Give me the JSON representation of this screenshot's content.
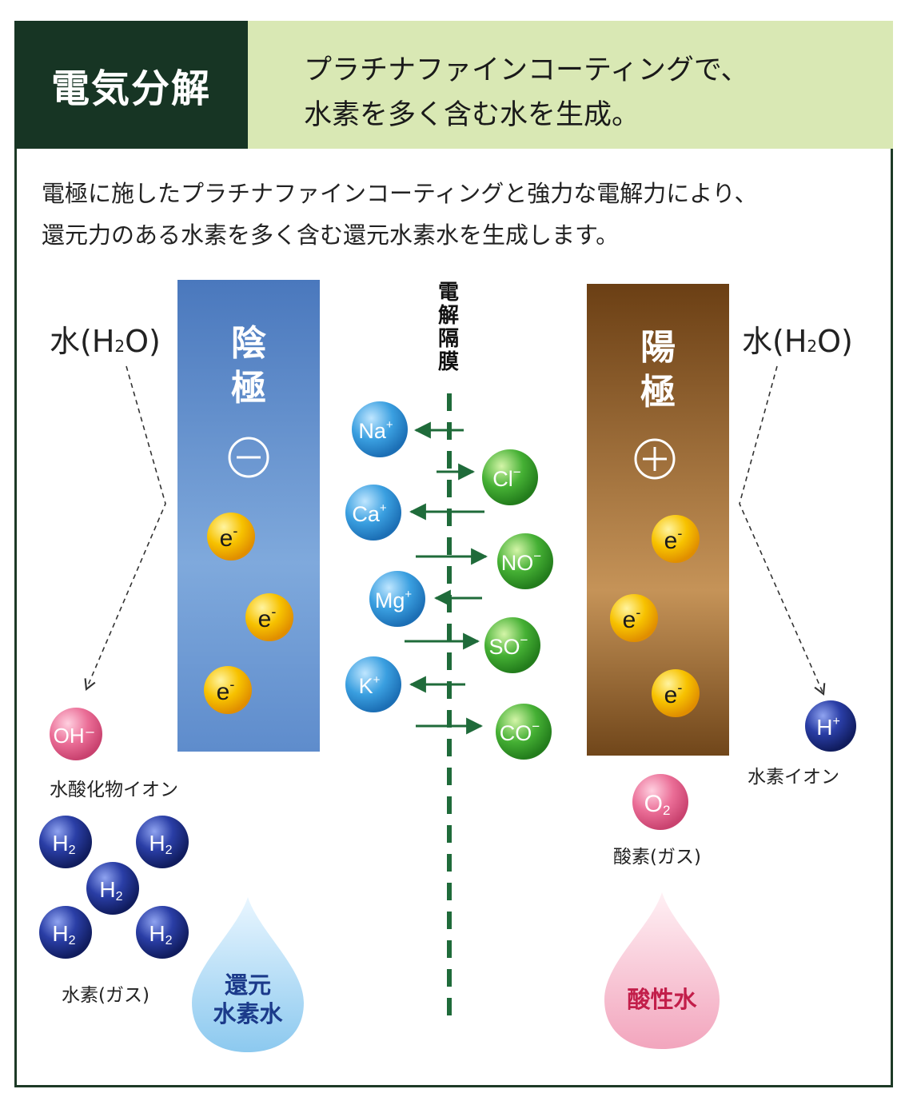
{
  "header": {
    "title": "電気分解",
    "subtitle_lines": [
      "プラチナファインコーティングで、",
      "水素を多く含む水を生成。"
    ]
  },
  "intro_lines": [
    "電極に施したプラチナファインコーティングと強力な電解力により、",
    "還元力のある水素を多く含む還元水素水を生成します。"
  ],
  "left": {
    "water_label": "水(H",
    "water_sub": "2",
    "water_end": "O)",
    "ion_symbol": "OH⁻",
    "ion_label": "水酸化物イオン",
    "h2_symbol": "H",
    "h2_sub": "2",
    "gas_label": "水素(ガス)",
    "drop_lines": [
      "還元",
      "水素水"
    ]
  },
  "cathode": {
    "name_lines": [
      "陰",
      "極"
    ],
    "sign": "−"
  },
  "anode": {
    "name_lines": [
      "陽",
      "極"
    ],
    "sign": "+"
  },
  "membrane": {
    "title_chars": [
      "電",
      "解",
      "隔",
      "膜"
    ]
  },
  "electron": {
    "symbol": "e",
    "charge": "-"
  },
  "cations": [
    {
      "symbol": "Na",
      "charge": "+"
    },
    {
      "symbol": "Ca",
      "charge": "+"
    },
    {
      "symbol": "Mg",
      "charge": "+"
    },
    {
      "symbol": "K",
      "charge": "+"
    }
  ],
  "anions": [
    {
      "symbol": "Cl",
      "charge": "−"
    },
    {
      "symbol": "NO",
      "charge": "−"
    },
    {
      "symbol": "SO",
      "charge": "−"
    },
    {
      "symbol": "CO",
      "charge": "−"
    }
  ],
  "right": {
    "water_label": "水(H",
    "water_sub": "2",
    "water_end": "O)",
    "ion_symbol": "H",
    "ion_charge": "+",
    "ion_label": "水素イオン",
    "o2_symbol": "O",
    "o2_sub": "2",
    "gas_label": "酸素(ガス)",
    "drop_label": "酸性水"
  },
  "colors": {
    "header_dark": "#173524",
    "header_light": "#d9e8b4",
    "cathode": "#5e8ccc",
    "anode": "#8a5a28",
    "membrane": "#1f6b3a",
    "arrow": "#1f6b3a",
    "cation": "#3a9fe0",
    "anion": "#45b034",
    "electron": "#f2b400",
    "hydroxide": "#e8638f",
    "hydrogen": "#1f2f8c",
    "reduced_water_text": "#1b3a8a",
    "acid_water_text": "#c21e4a"
  }
}
